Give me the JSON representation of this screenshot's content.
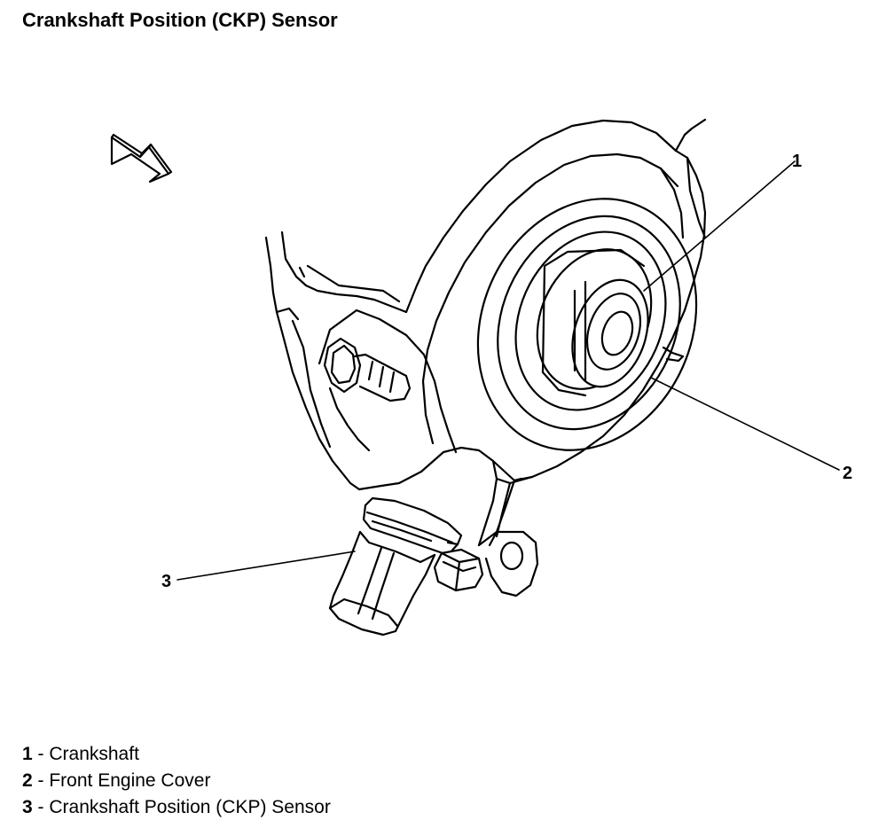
{
  "title": "Crankshaft Position (CKP) Sensor",
  "callouts": [
    {
      "number": "1",
      "label": "Crankshaft"
    },
    {
      "number": "2",
      "label": "Front Engine Cover"
    },
    {
      "number": "3",
      "label": "Crankshaft Position (CKP) Sensor"
    }
  ],
  "legend": [
    {
      "number": "1",
      "separator": " - ",
      "label": "Crankshaft"
    },
    {
      "number": "2",
      "separator": " - ",
      "label": "Front Engine Cover"
    },
    {
      "number": "3",
      "separator": " - ",
      "label": "Crankshaft Position (CKP) Sensor"
    }
  ],
  "icons": {
    "direction": "direction-arrow-icon"
  },
  "colors": {
    "line": "#000000",
    "background": "#ffffff"
  }
}
